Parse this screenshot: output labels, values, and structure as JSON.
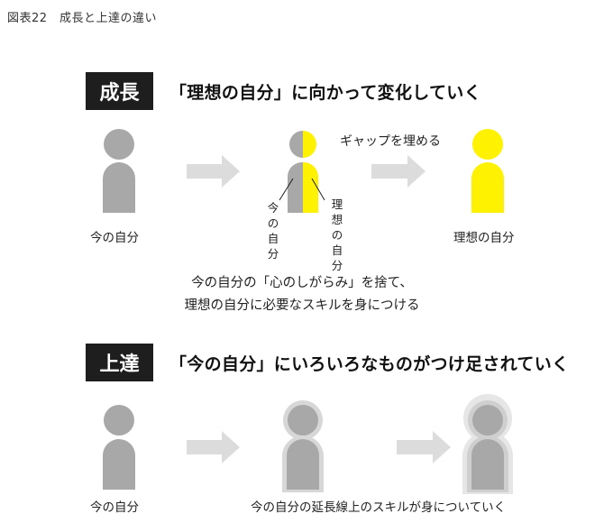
{
  "figure_title": "図表22　成長と上達の違い",
  "growth": {
    "badge": "成長",
    "headline": "「理想の自分」に向かって変化していく",
    "current_label": "今の自分",
    "split_left_label": "今の自分",
    "split_right_label": "理想の自分",
    "gap_label": "ギャップを埋める",
    "ideal_label": "理想の自分",
    "description_line1": "今の自分の「心のしがらみ」を捨て、",
    "description_line2": "理想の自分に必要なスキルを身につける"
  },
  "improvement": {
    "badge": "上達",
    "headline": "「今の自分」にいろいろなものがつけ足されていく",
    "current_label": "今の自分",
    "extension_label": "今の自分の延長線上のスキルが身についていく"
  },
  "colors": {
    "person_gray": "#a8a8a8",
    "ideal_yellow": "#fff200",
    "arrow_gray": "#dcdcdc",
    "badge_bg": "#1e1e1e"
  }
}
